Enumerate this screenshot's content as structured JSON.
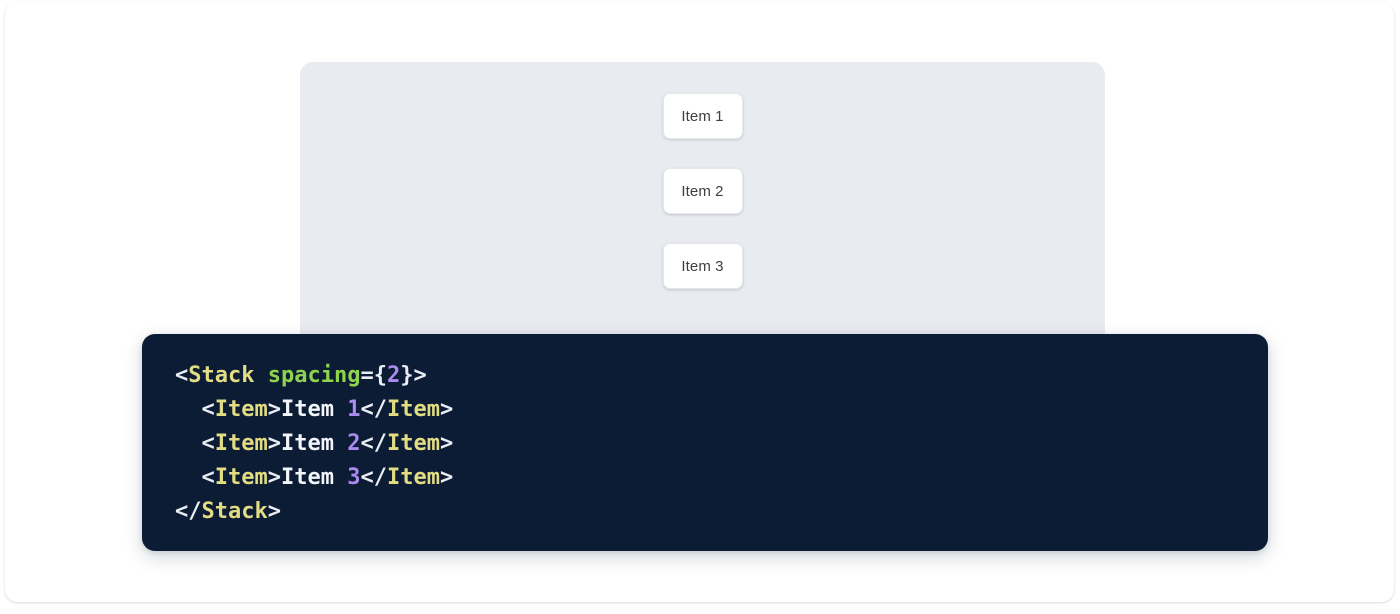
{
  "page": {
    "background_color": "#ffffff",
    "card_background": "#ffffff"
  },
  "preview": {
    "panel_background": "#e8ebf0",
    "items": [
      {
        "label": "Item 1"
      },
      {
        "label": "Item 2"
      },
      {
        "label": "Item 3"
      }
    ]
  },
  "code_block": {
    "background_color": "#0d1c35",
    "language": "jsx",
    "colors": {
      "punctuation": "#e9edf4",
      "tag": "#e2dc83",
      "attribute": "#8ed44c",
      "number": "#ab8bf2",
      "text": "#f2f5f9"
    },
    "raw_text": "<Stack spacing={2}>\n  <Item>Item 1</Item>\n  <Item>Item 2</Item>\n  <Item>Item 3</Item>\n</Stack>",
    "lines": [
      {
        "tokens": [
          {
            "t": "<",
            "k": "punct"
          },
          {
            "t": "Stack",
            "k": "tag"
          },
          {
            "t": " ",
            "k": "punct"
          },
          {
            "t": "spacing",
            "k": "attr"
          },
          {
            "t": "=",
            "k": "punct"
          },
          {
            "t": "{",
            "k": "punct"
          },
          {
            "t": "2",
            "k": "num"
          },
          {
            "t": "}",
            "k": "punct"
          },
          {
            "t": ">",
            "k": "punct"
          }
        ]
      },
      {
        "tokens": [
          {
            "t": "  ",
            "k": "punct"
          },
          {
            "t": "<",
            "k": "punct"
          },
          {
            "t": "Item",
            "k": "tag"
          },
          {
            "t": ">",
            "k": "punct"
          },
          {
            "t": "Item ",
            "k": "text"
          },
          {
            "t": "1",
            "k": "num"
          },
          {
            "t": "</",
            "k": "punct"
          },
          {
            "t": "Item",
            "k": "tag"
          },
          {
            "t": ">",
            "k": "punct"
          }
        ]
      },
      {
        "tokens": [
          {
            "t": "  ",
            "k": "punct"
          },
          {
            "t": "<",
            "k": "punct"
          },
          {
            "t": "Item",
            "k": "tag"
          },
          {
            "t": ">",
            "k": "punct"
          },
          {
            "t": "Item ",
            "k": "text"
          },
          {
            "t": "2",
            "k": "num"
          },
          {
            "t": "</",
            "k": "punct"
          },
          {
            "t": "Item",
            "k": "tag"
          },
          {
            "t": ">",
            "k": "punct"
          }
        ]
      },
      {
        "tokens": [
          {
            "t": "  ",
            "k": "punct"
          },
          {
            "t": "<",
            "k": "punct"
          },
          {
            "t": "Item",
            "k": "tag"
          },
          {
            "t": ">",
            "k": "punct"
          },
          {
            "t": "Item ",
            "k": "text"
          },
          {
            "t": "3",
            "k": "num"
          },
          {
            "t": "</",
            "k": "punct"
          },
          {
            "t": "Item",
            "k": "tag"
          },
          {
            "t": ">",
            "k": "punct"
          }
        ]
      },
      {
        "tokens": [
          {
            "t": "</",
            "k": "punct"
          },
          {
            "t": "Stack",
            "k": "tag"
          },
          {
            "t": ">",
            "k": "punct"
          }
        ]
      }
    ]
  }
}
